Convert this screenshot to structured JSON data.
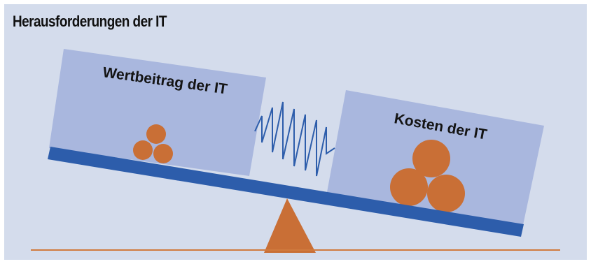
{
  "title": "Herausforderungen der IT",
  "left_box": {
    "label": "Wertbeitrag der IT"
  },
  "right_box": {
    "label": "Kosten der IT"
  },
  "colors": {
    "background": "#d4dcec",
    "box_fill": "#a9b7de",
    "beam": "#2d5dab",
    "coin": "#c96f36",
    "fulcrum": "#c96f36",
    "ground": "#d07a3e",
    "spring": "#2d5dab"
  }
}
